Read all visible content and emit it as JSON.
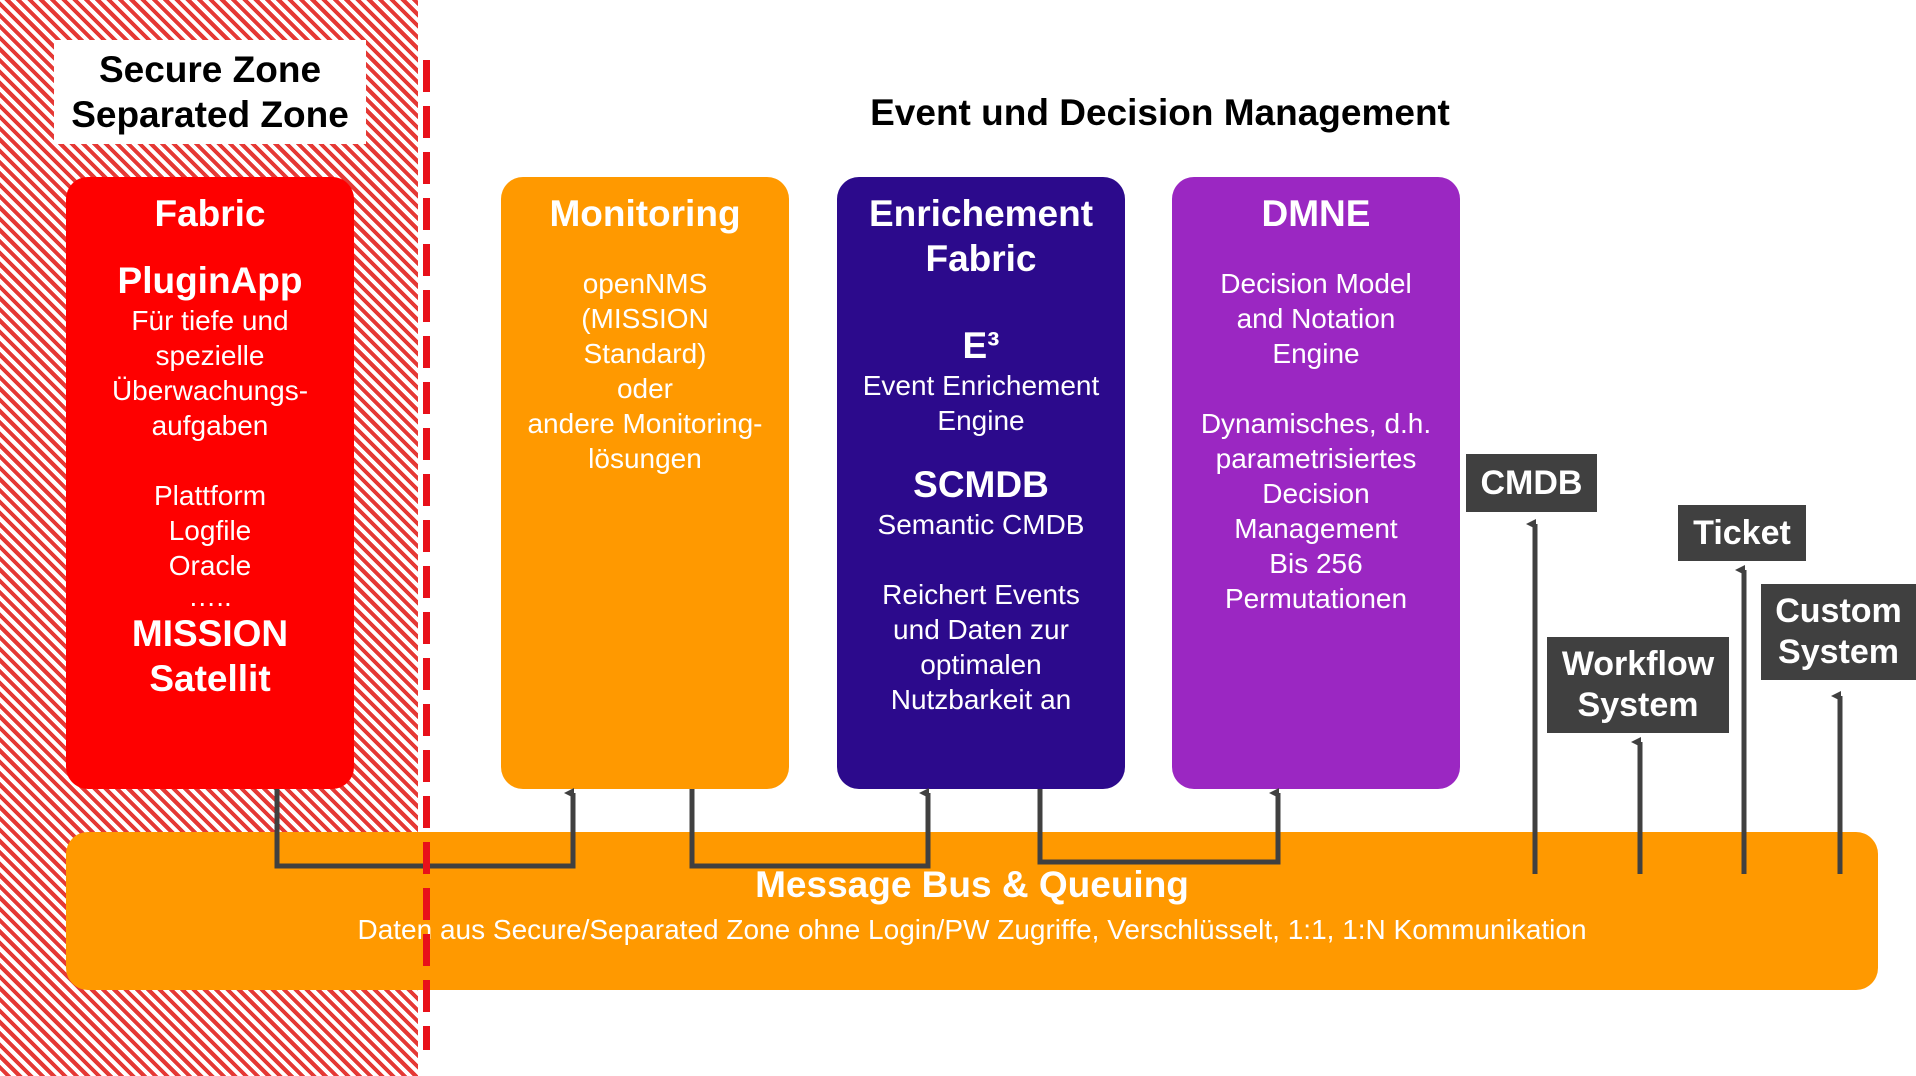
{
  "zone_label": {
    "line1": "Secure Zone",
    "line2": "Separated Zone"
  },
  "main_title": "Event und Decision Management",
  "fabric": {
    "title": "Fabric",
    "plugin_title": "PluginApp",
    "plugin_lines": [
      "Für tiefe und",
      "spezielle",
      "Überwachungs-",
      "aufgaben"
    ],
    "items": [
      "Plattform",
      "Logfile",
      "Oracle",
      "….."
    ],
    "mission_lines": [
      "MISSION",
      "Satellit"
    ]
  },
  "monitoring": {
    "title": "Monitoring",
    "lines": [
      "openNMS",
      "(MISSION",
      "Standard)",
      "oder",
      "andere Monitoring-",
      "lösungen"
    ]
  },
  "enrichment": {
    "title_lines": [
      "Enrichement",
      "Fabric"
    ],
    "e3_title": "E³",
    "e3_lines": [
      "Event Enrichement",
      "Engine"
    ],
    "scmdb_title": "SCMDB",
    "scmdb_sub": "Semantic CMDB",
    "desc_lines": [
      "Reichert Events",
      "und Daten zur",
      "optimalen",
      "Nutzbarkeit an"
    ]
  },
  "dmne": {
    "title": "DMNE",
    "lines1": [
      "Decision Model",
      "and Notation",
      "Engine"
    ],
    "lines2": [
      "Dynamisches, d.h.",
      "parametrisiertes",
      "Decision",
      "Management",
      "Bis 256",
      "Permutationen"
    ]
  },
  "bus": {
    "title": "Message Bus & Queuing",
    "subtitle": "Daten aus Secure/Separated Zone ohne Login/PW Zugriffe, Verschlüsselt, 1:1, 1:N Kommunikation"
  },
  "systems": {
    "cmdb": [
      "CMDB"
    ],
    "workflow": [
      "Workflow",
      "System"
    ],
    "ticket": [
      "Ticket"
    ],
    "custom": [
      "Custom",
      "System"
    ]
  },
  "colors": {
    "fabric": "#fe0000",
    "monitoring": "#ff9900",
    "enrichment": "#2c0a8c",
    "dmne": "#9b27c2",
    "bus": "#ff9900",
    "system_box": "#404040",
    "connector": "#404040",
    "zone_dash": "#e8111a"
  }
}
